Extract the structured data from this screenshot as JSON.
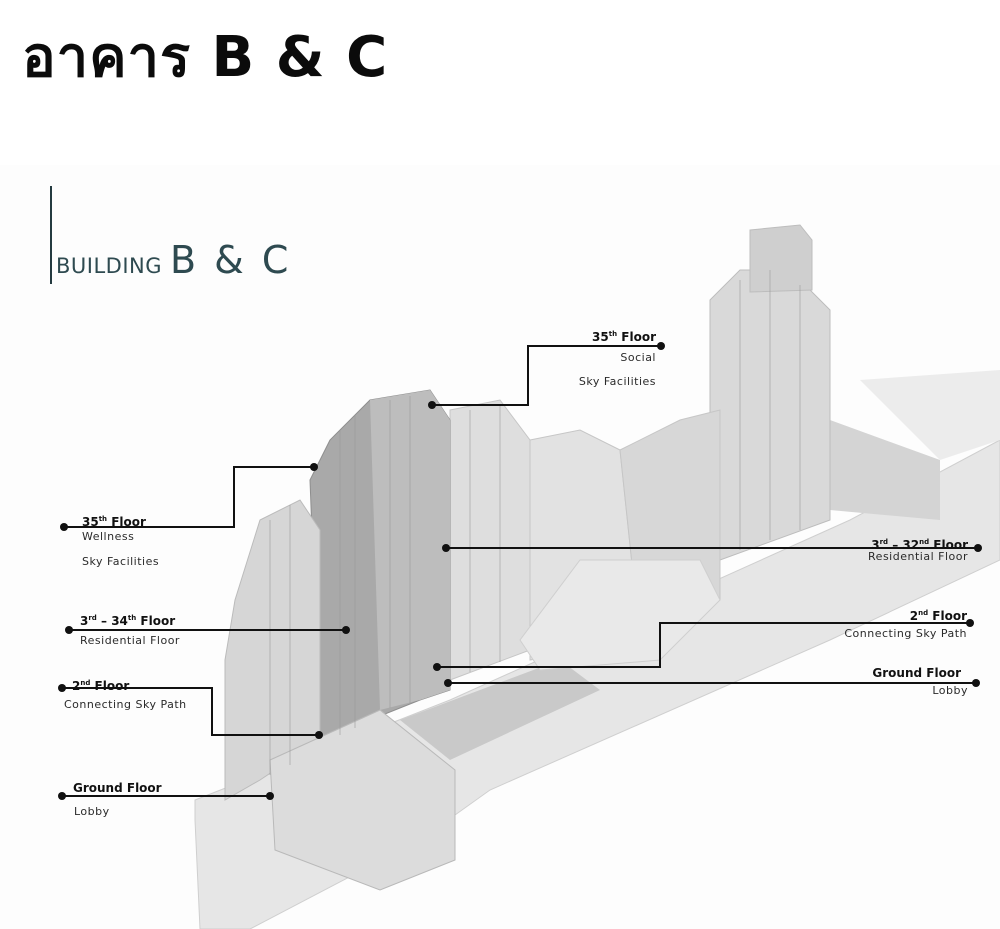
{
  "page_title": "อาคาร B & C",
  "heading": {
    "small": "BUILDING",
    "big": "B & C"
  },
  "callouts": {
    "c35_social": {
      "floor_num": "35",
      "floor_sup": "th",
      "floor_word": "Floor",
      "line1": "Social",
      "line2": "Sky Facilities"
    },
    "c35_wellness": {
      "floor_num": "35",
      "floor_sup": "th",
      "floor_word": "Floor",
      "line1": "Wellness",
      "line2": "Sky Facilities"
    },
    "c3_34": {
      "a_num": "3",
      "a_sup": "rd",
      "sep": " – ",
      "b_num": "34",
      "b_sup": "th",
      "floor_word": "Floor",
      "line1": "Residential Floor"
    },
    "c3_32": {
      "a_num": "3",
      "a_sup": "rd",
      "sep": " – ",
      "b_num": "32",
      "b_sup": "nd",
      "floor_word": "Floor",
      "line1": "Residential Floor"
    },
    "c2_left": {
      "floor_num": "2",
      "floor_sup": "nd",
      "floor_word": "Floor",
      "line1": "Connecting Sky Path"
    },
    "c2_right": {
      "floor_num": "2",
      "floor_sup": "nd",
      "floor_word": "Floor",
      "line1": "Connecting Sky Path"
    },
    "cg_left": {
      "title": "Ground Floor",
      "line1": "Lobby"
    },
    "cg_right": {
      "title": "Ground Floor",
      "line1": "Lobby"
    }
  }
}
